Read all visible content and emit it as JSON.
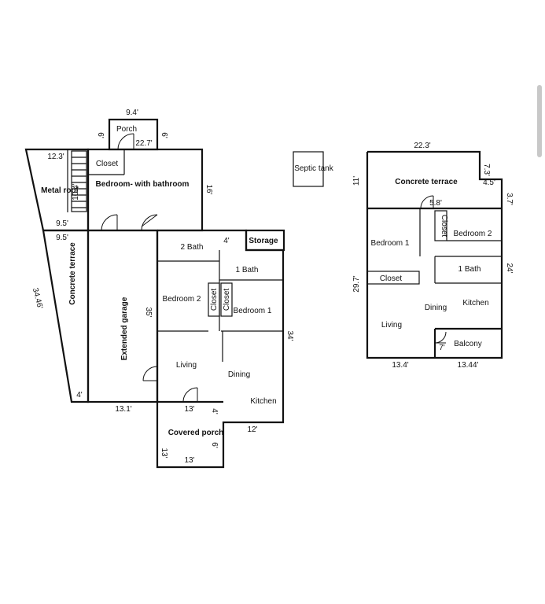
{
  "ground_floor": {
    "rooms": {
      "porch": "Porch",
      "closet": "Closet",
      "bedroom_with_bathroom": "Bedroom- with bathroom",
      "metal_roof": "Metal roof",
      "concrete_terrace": "Concrete terrace",
      "extended_garage": "Extended garage",
      "bath_2": "2 Bath",
      "storage": "Storage",
      "bath_1": "1 Bath",
      "bedroom_2": "Bedroom 2",
      "closet_a": "Closet",
      "closet_b": "Closet",
      "bedroom_1": "Bedroom 1",
      "living": "Living",
      "dining": "Dining",
      "kitchen": "Kitchen",
      "covered_porch": "Covered porch"
    },
    "dimensions": {
      "porch_width": "9.4'",
      "porch_left": "6'",
      "porch_right": "6'",
      "porch_door": "22.7'",
      "metal_roof_top": "12.3'",
      "stairs": "10.4'",
      "metal_roof_bottom": "9.5'",
      "bedroom_right": "16'",
      "terrace_top": "9.5'",
      "terrace_slant": "34.46'",
      "terrace_bottom": "4'",
      "garage_bottom": "13.1'",
      "garage_height": "35'",
      "bath_small": "4'",
      "main_right": "34'",
      "porch_top": "13'",
      "porch_small": "4'",
      "kitchen_bottom": "12'",
      "covered_left": "13'",
      "covered_right": "6'",
      "covered_bottom": "13'"
    }
  },
  "septic_tank": "Septic tank",
  "upper_floor": {
    "rooms": {
      "concrete_terrace": "Concrete terrace",
      "closet_vertical": "Closet",
      "bedroom_1": "Bedroom 1",
      "bedroom_2": "Bedroom 2",
      "closet": "Closet",
      "bath_1": "1 Bath",
      "dining": "Dining",
      "kitchen": "Kitchen",
      "living": "Living",
      "balcony": "Balcony"
    },
    "dimensions": {
      "top": "22.3'",
      "left_top": "11'",
      "step_a": "7.3'",
      "step_b": "4.5'",
      "step_c": "3.7'",
      "door": "5.8'",
      "left": "29.7'",
      "right": "24'",
      "balcony_door": "7'",
      "bottom_left": "13.4'",
      "bottom_right": "13.44'"
    }
  }
}
